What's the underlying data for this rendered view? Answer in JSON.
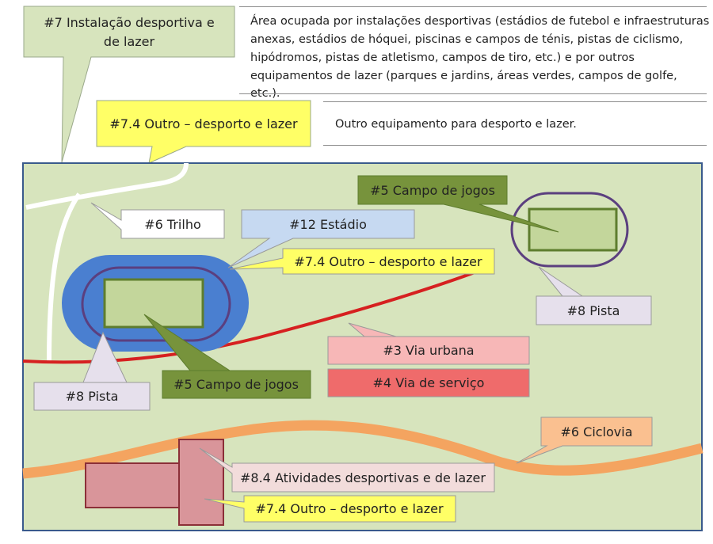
{
  "header": {
    "category_callout": "#7 Instalação desportiva e de lazer",
    "category_callout_lines": [
      "#7 Instalação desportiva e",
      "de lazer"
    ],
    "category_description_lines": [
      "Área ocupada  por instalações desportivas (estádios de futebol e infraestruturas",
      "anexas, estádios de hóquei, piscinas e campos de ténis, pistas de ciclismo,",
      "hipódromos, pistas de atletismo, campos de tiro, etc.) e por outros",
      "equipamentos de lazer (parques e jardins, áreas verdes, campos de golfe, etc.)."
    ],
    "subcategory_callout": "#7.4 Outro – desporto e lazer",
    "subcategory_description": "Outro equipamento  para desporto e lazer."
  },
  "map": {
    "labels": {
      "trilho": "#6 Trilho",
      "estadio": "#12 Estádio",
      "outro_top": "#7.4 Outro – desporto e lazer",
      "campo_jogos_top": "#5 Campo de jogos",
      "pista_right": "#8 Pista",
      "via_urbana": "#3 Via urbana",
      "via_servico": "#4 Via de serviço",
      "pista_left": "#8 Pista",
      "campo_jogos_left": "#5 Campo de jogos",
      "ciclovia": "#6 Ciclovia",
      "atividades": "#8.4 Atividades desportivas e de lazer",
      "outro_bottom": "#7.4 Outro – desporto e lazer"
    },
    "colors": {
      "background": "#d7e4bd",
      "border": "#3a5a8c",
      "stadium": "#4a7fd0",
      "track": "#5b3f7f",
      "field_fill": "#c3d69b",
      "field_border": "#5e7d2e",
      "urban_road": "#d62020",
      "service_road_label": "#ef6b6b",
      "urban_road_label": "#f7b7b7",
      "cycleway": "#f4a460",
      "trail": "#ffffff",
      "building": "#d9959a",
      "building_border": "#8b2f38",
      "callout_yellow": "#ffff66",
      "callout_green_dark": "#77933c",
      "callout_blue": "#c6d9f1",
      "callout_lavender": "#e6e0ec",
      "callout_white": "#ffffff",
      "callout_peach": "#fac090",
      "callout_pink": "#f2dcdb"
    }
  }
}
